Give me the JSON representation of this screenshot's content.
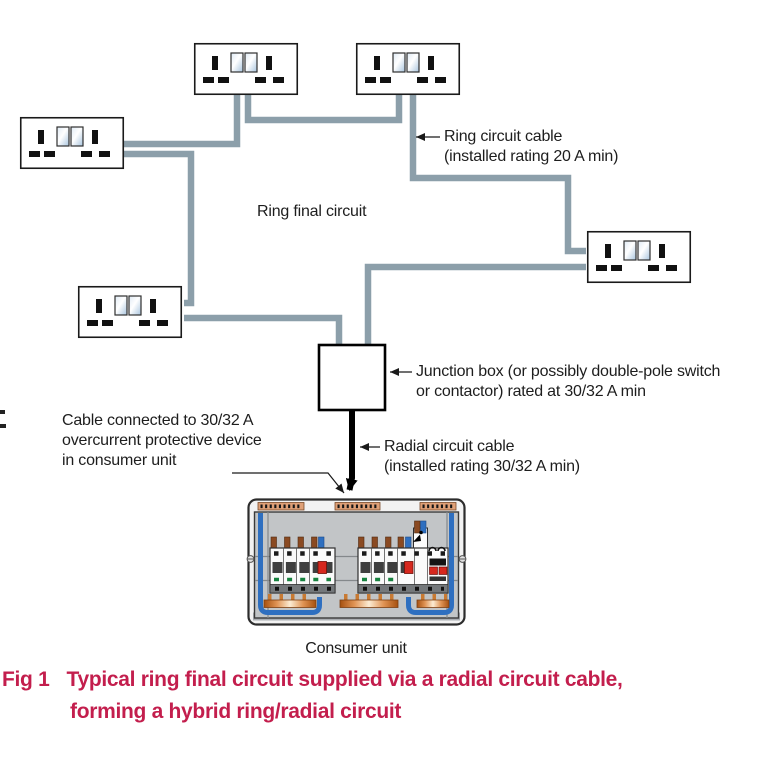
{
  "diagram": {
    "labels": {
      "ring_cable": {
        "line1": "Ring circuit cable",
        "line2": "(installed rating 20 A min)"
      },
      "ring_final_circuit": "Ring final circuit",
      "junction_box": {
        "line1": "Junction box (or possibly double-pole switch",
        "line2": "or contactor) rated at 30/32 A min"
      },
      "cable_connected": {
        "line1": "Cable connected to 30/32 A",
        "line2": "overcurrent protective device",
        "line3": "in consumer unit"
      },
      "radial_cable": {
        "line1": "Radial circuit cable",
        "line2": "(installed rating 30/32 A min)"
      },
      "consumer_unit": "Consumer unit"
    },
    "caption": {
      "fig": "Fig 1",
      "line1": "Typical ring final circuit supplied via a radial circuit cable,",
      "line2": "forming a hybrid ring/radial circuit"
    },
    "components": {
      "sockets": "double-socket-outlet x5",
      "junction_box": "junction-box",
      "consumer_unit": "consumer-unit",
      "ring_cable": "ring-circuit-cable",
      "radial_cable": "radial-circuit-cable"
    }
  },
  "colors": {
    "cable-gray": "#8c9faa",
    "caption-red": "#c31e4d",
    "wire-brown": "#8a4a22",
    "wire-blue": "#2e6fc0",
    "btn-red": "#d6281e",
    "copper": "#c87a33",
    "panel-gray": "#c2c5c7",
    "shell-gray": "#f2f2f2"
  }
}
